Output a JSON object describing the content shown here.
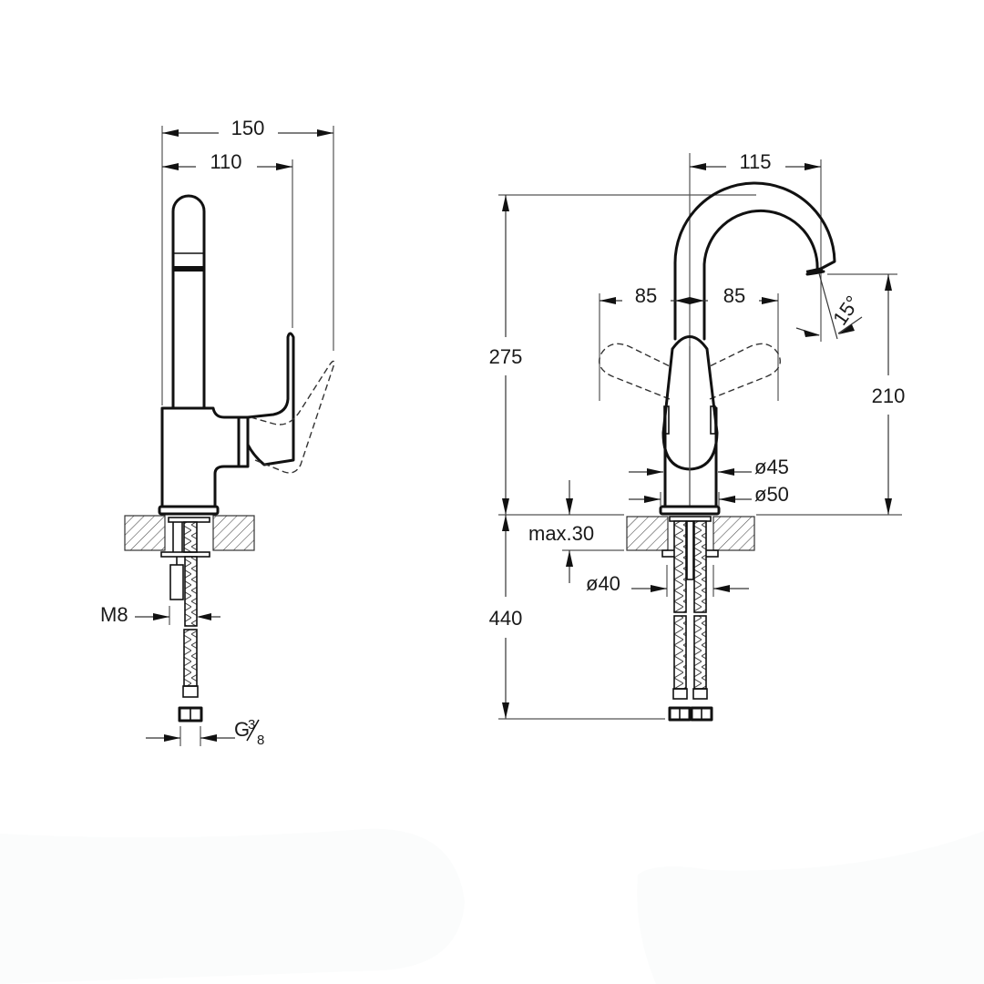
{
  "drawing": {
    "type": "technical-dimension-drawing",
    "subject": "single-lever basin mixer with swivel spout",
    "units": "mm",
    "side_view": {
      "dimensions": {
        "overall_depth": "150",
        "spout_depth": "110",
        "fixing_stud": "M8",
        "hose_connection_prefix": "G",
        "hose_connection_num": "3",
        "hose_connection_den": "8"
      }
    },
    "front_view": {
      "dimensions": {
        "spout_reach": "115",
        "lever_rotation_left": "85",
        "lever_rotation_right": "85",
        "spout_angle": "15°",
        "total_height": "275",
        "spout_outlet_height": "210",
        "body_diameter_upper": "ø45",
        "body_diameter_base": "ø50",
        "max_countertop_thickness": "max.30",
        "mounting_hole_diameter": "ø40",
        "hose_length": "440"
      }
    }
  }
}
